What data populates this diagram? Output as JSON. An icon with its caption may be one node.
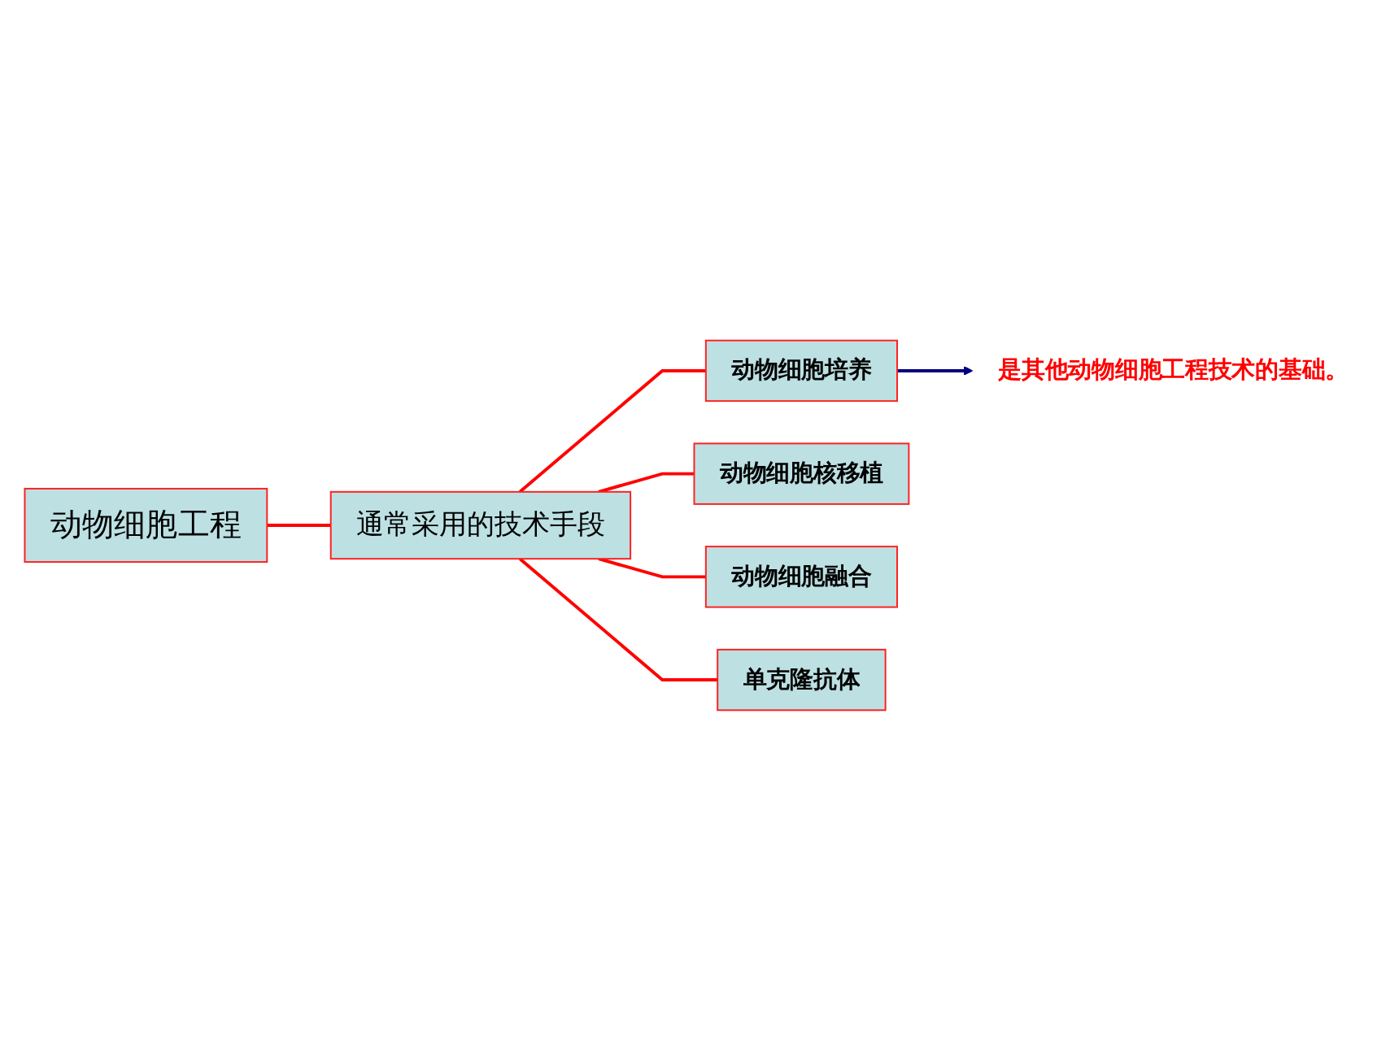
{
  "diagram": {
    "nodes": [
      {
        "text": [
          "动物细胞工程"
        ]
      },
      {
        "text": [
          "通常采用的技术手段"
        ]
      },
      {
        "text": [
          "动物细胞培养"
        ]
      },
      {
        "text": [
          "动物细胞核移植"
        ]
      },
      {
        "text": [
          "动物细胞融合"
        ]
      },
      {
        "text": [
          "单克隆抗体"
        ]
      },
      {
        "text": [
          "是其他动物细胞工程技术的基础。"
        ]
      }
    ],
    "edges": [
      {
        "from": 0,
        "to": 1,
        "arrow": "none"
      },
      {
        "from": 1,
        "to": 2,
        "arrow": "none"
      },
      {
        "from": 1,
        "to": 3,
        "arrow": "none"
      },
      {
        "from": 1,
        "to": 4,
        "arrow": "none"
      },
      {
        "from": 1,
        "to": 5,
        "arrow": "none"
      },
      {
        "from": 2,
        "to": 6,
        "arrow": "to",
        "color": "#000080"
      }
    ]
  }
}
